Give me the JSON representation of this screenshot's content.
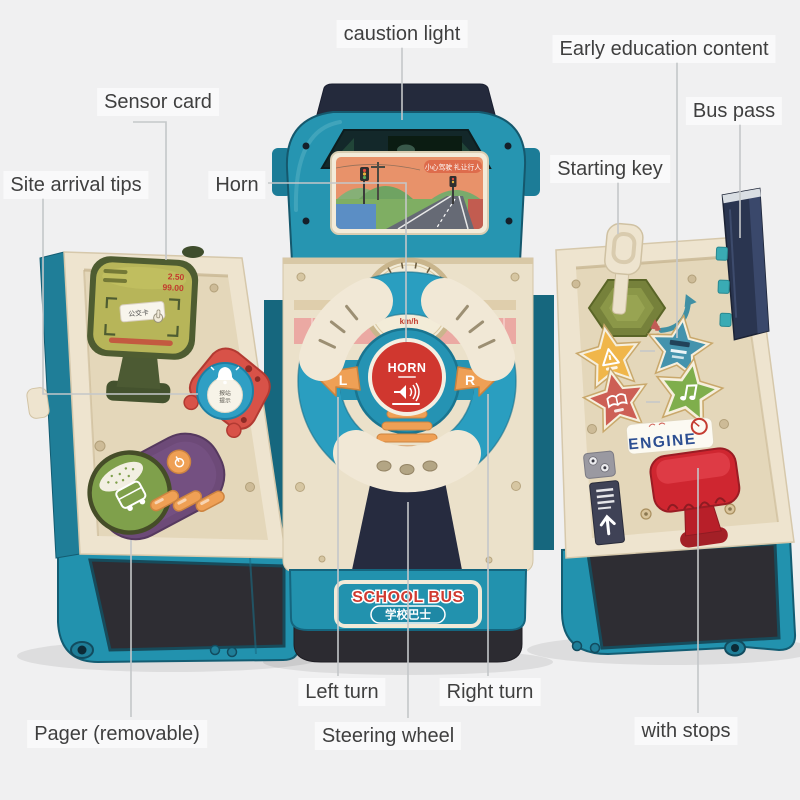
{
  "colors": {
    "background": "#f0f0f1",
    "bus_teal": "#2292ae",
    "bus_teal_dark": "#1b7a94",
    "cream": "#eee4cf",
    "cream_dark": "#e4d7ba",
    "navy": "#262b3f",
    "window": "#2e2d33",
    "red": "#d0372f",
    "orange": "#efa055",
    "olive_green": "#b7b559",
    "olive_dark": "#4e5c31",
    "purple": "#6d4a78",
    "pager_green": "#7fa04b",
    "blue_ring": "#2f9fc4",
    "star_yellow": "#f0b64a",
    "star_blue": "#4493ad",
    "star_red": "#cd5f55",
    "star_green": "#7fae4c",
    "label_text": "#3f3f3f",
    "callout_line": "#c4c7c9"
  },
  "callouts": {
    "caution_light": "caustion light",
    "early_education_content": "Early education content",
    "sensor_card": "Sensor card",
    "bus_pass": "Bus pass",
    "site_arrival_tips": "Site arrival tips",
    "horn": "Horn",
    "starting_key": "Starting key",
    "left_turn": "Left turn",
    "right_turn": "Right turn",
    "steering_wheel": "Steering wheel",
    "pager_removable": "Pager (removable)",
    "with_stops": "with stops"
  },
  "toy": {
    "logo": {
      "en": "SCHOOL BUS",
      "cn": "学校巴士"
    },
    "steering": {
      "horn_label": "HORN",
      "left_label": "L",
      "right_label": "R"
    },
    "speedometer_unit": "km/h",
    "engine_label": "ENGINE",
    "card_reader": {
      "fare": "2.50",
      "balance": "99.00",
      "tag": "公交卡"
    },
    "scene_badge": "小心驾驶 礼让行人",
    "bell_button": {
      "line1": "报站",
      "line2": "提示"
    },
    "icons": [
      "caution-light",
      "horn-speaker-icon",
      "bell-icon",
      "bus-icon",
      "hand-icon",
      "warning-star-icon",
      "traffic-star-icon",
      "story-book-star-icon",
      "music-star-icon",
      "gauge-icon",
      "up-arrow-icon",
      "rotate-arrow-icon"
    ]
  }
}
